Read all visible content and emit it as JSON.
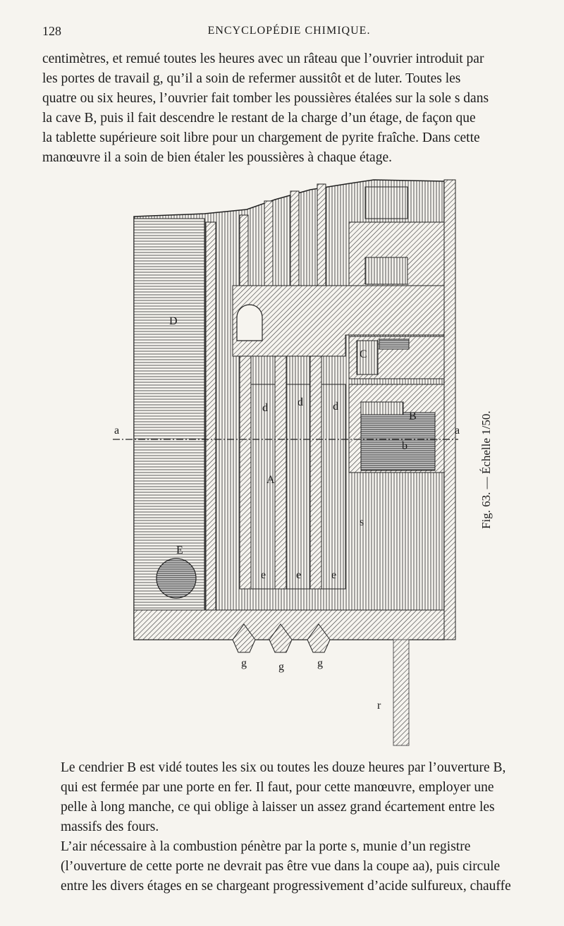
{
  "header": {
    "page_number": "128",
    "running_title": "ENCYCLOPÉDIE CHIMIQUE."
  },
  "paragraph1": [
    "centimètres, et remué toutes les heures avec un râteau que l’ouvrier introduit par",
    "les portes de travail g, qu’il a soin de refermer aussitôt et de luter. Toutes les",
    "quatre ou six heures, l’ouvrier fait tomber les poussières étalées sur la sole s dans",
    "la cave B, puis il fait descendre le restant de la charge d’un étage, de façon que",
    "la tablette supérieure soit libre pour un chargement de pyrite fraîche. Dans cette",
    "manœuvre il a soin de bien étaler les poussières à chaque étage."
  ],
  "paragraph2": [
    "Le cendrier B est vidé toutes les six ou toutes les douze heures par l’ouverture B,",
    "qui est fermée par une porte en fer. Il faut, pour cette manœuvre, employer une",
    "pelle à long manche, ce qui oblige à laisser un assez grand écartement entre les",
    "massifs des fours."
  ],
  "paragraph3": [
    "L’air nécessaire à la combustion pénètre par la porte s, munie d’un registre",
    "(l’ouverture de cette porte ne devrait pas être vue dans la coupe aa), puis circule",
    "entre les divers étages en se chargeant progressivement d’acide sulfureux, chauffe"
  ],
  "figure": {
    "caption": "Fig. 63. — Échelle 1/50.",
    "labels": {
      "D": "D",
      "A": "A",
      "C": "C",
      "B": "B",
      "E": "E",
      "a_left": "a",
      "a_right": "a",
      "b": "b",
      "s": "s",
      "d1": "d",
      "d2": "d",
      "d3": "d",
      "e1": "e",
      "e2": "e",
      "e3": "e",
      "g1": "g",
      "g2": "g",
      "g3": "g",
      "r": "r"
    }
  }
}
